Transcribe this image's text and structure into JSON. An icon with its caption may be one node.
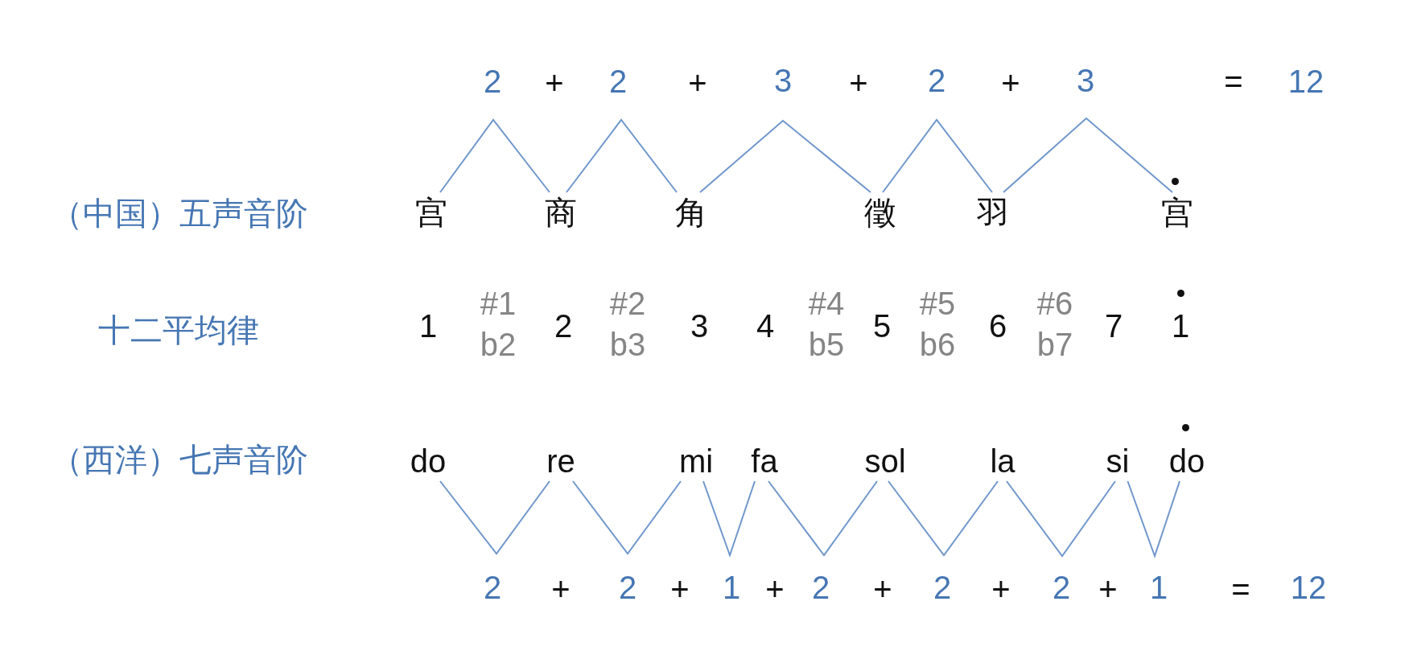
{
  "diagram": {
    "nodes": [
      {
        "text": [
          "宫"
        ]
      },
      {
        "text": [
          "商"
        ]
      },
      {
        "text": [
          "角"
        ]
      },
      {
        "text": [
          "徵"
        ]
      },
      {
        "text": [
          "羽"
        ]
      },
      {
        "text": [
          "宫"
        ]
      },
      {
        "text": [
          "do"
        ]
      },
      {
        "text": [
          "re"
        ]
      },
      {
        "text": [
          "mi"
        ]
      },
      {
        "text": [
          "fa"
        ]
      },
      {
        "text": [
          "sol"
        ]
      },
      {
        "text": [
          "la"
        ]
      },
      {
        "text": [
          "si"
        ]
      },
      {
        "text": [
          "do"
        ]
      }
    ],
    "edges": [
      {
        "from": 0,
        "to": 1,
        "arrow": "none",
        "label": "2"
      },
      {
        "from": 1,
        "to": 2,
        "arrow": "none",
        "label": "2"
      },
      {
        "from": 2,
        "to": 3,
        "arrow": "none",
        "label": "3"
      },
      {
        "from": 3,
        "to": 4,
        "arrow": "none",
        "label": "2"
      },
      {
        "from": 4,
        "to": 5,
        "arrow": "none",
        "label": "3"
      },
      {
        "from": 6,
        "to": 7,
        "arrow": "none",
        "label": "2"
      },
      {
        "from": 7,
        "to": 8,
        "arrow": "none",
        "label": "2"
      },
      {
        "from": 8,
        "to": 9,
        "arrow": "none",
        "label": "1"
      },
      {
        "from": 9,
        "to": 10,
        "arrow": "none",
        "label": "2"
      },
      {
        "from": 10,
        "to": 11,
        "arrow": "none",
        "label": "2"
      },
      {
        "from": 11,
        "to": 12,
        "arrow": "none",
        "label": "2"
      },
      {
        "from": 12,
        "to": 13,
        "arrow": "none",
        "label": "1"
      }
    ],
    "labels": [
      "+",
      "+",
      "+",
      "+",
      "=",
      "12",
      "（中国）五声音阶",
      "十二平均律",
      "1",
      "#1 b2",
      "2",
      "#2 b3",
      "3",
      "4",
      "#4 b5",
      "5",
      "#5 b6",
      "6",
      "#6 b7",
      "7",
      "1",
      "（西洋）七声音阶",
      "+",
      "+",
      "+",
      "+",
      "+",
      "+",
      "=",
      "12"
    ]
  }
}
